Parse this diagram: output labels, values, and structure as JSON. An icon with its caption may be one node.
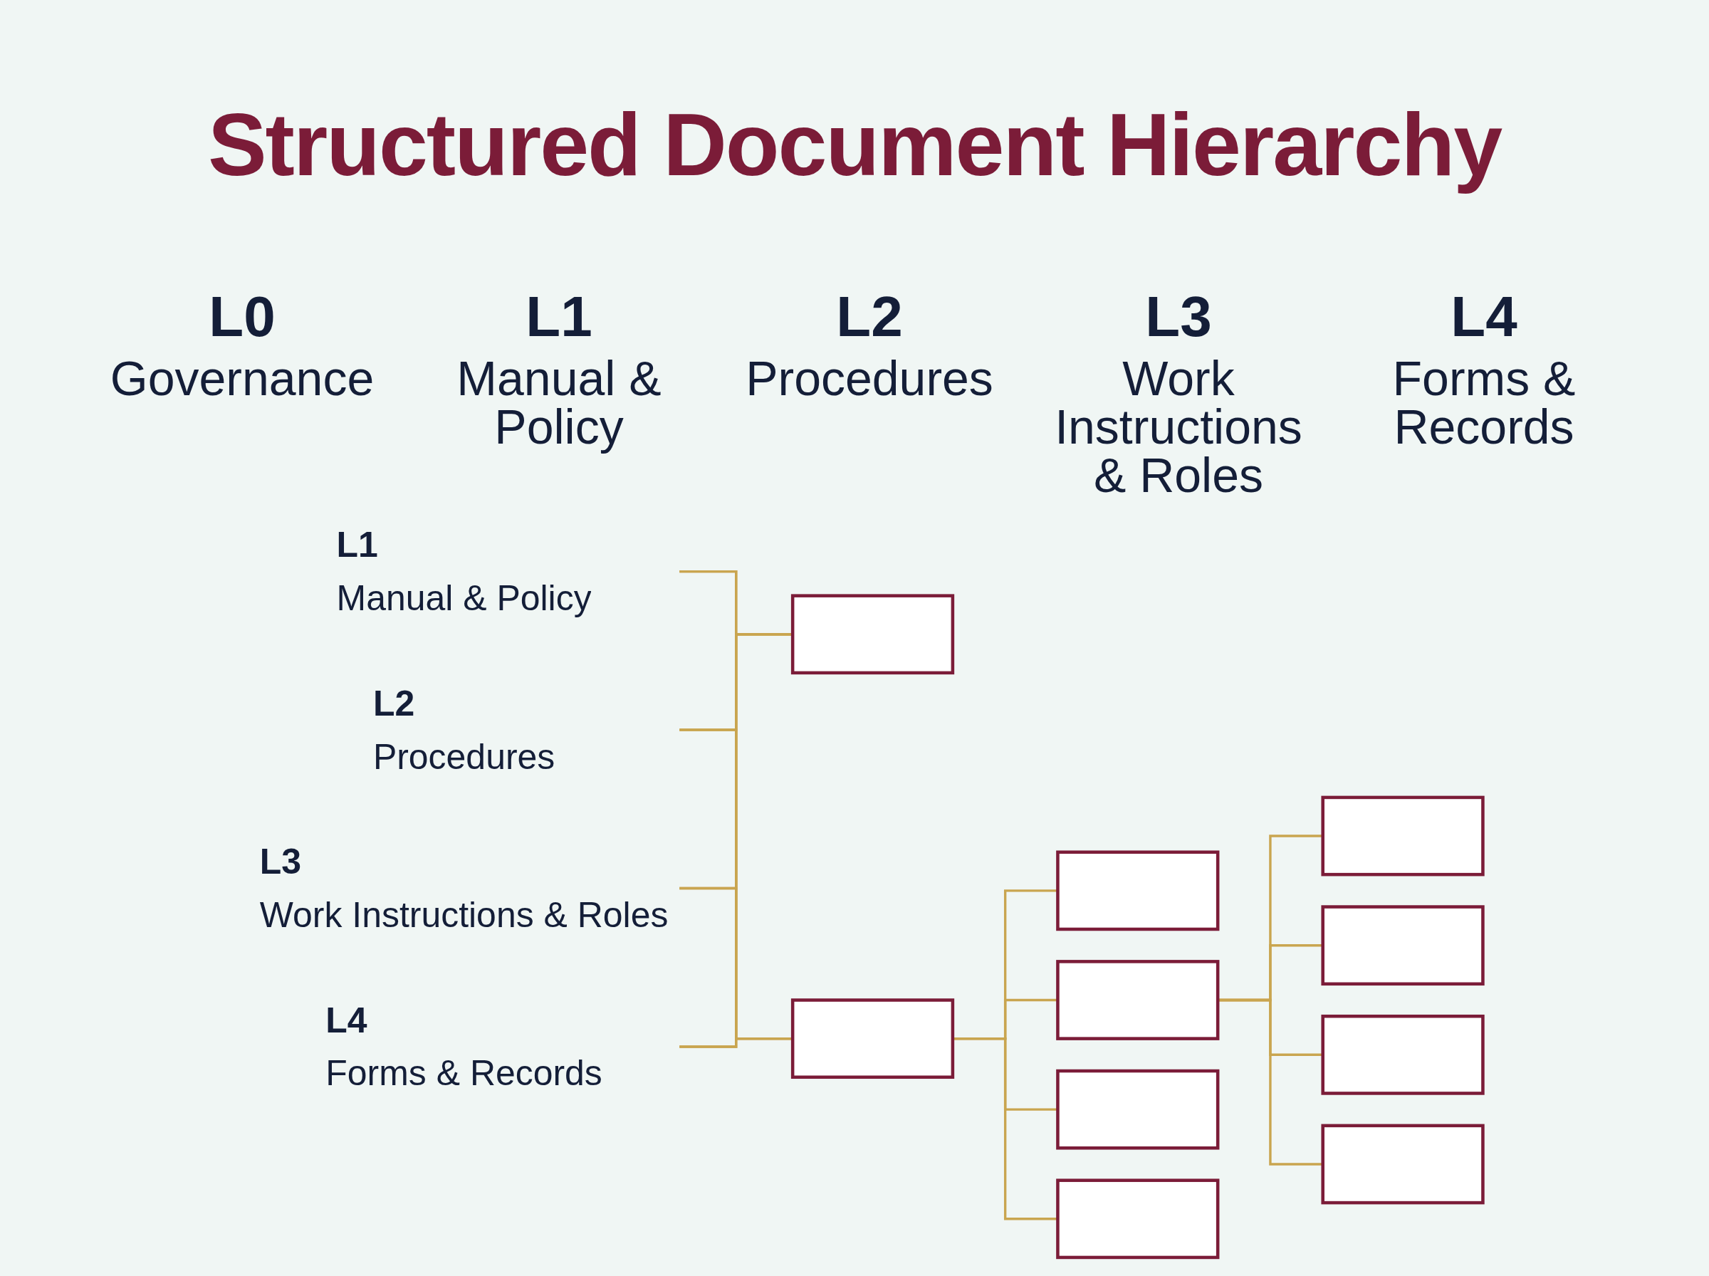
{
  "diagram": {
    "title": "Structured Document Hierarchy",
    "nodes": [
      {
        "text": [
          "L1",
          "Manual & Policy"
        ]
      },
      {
        "text": [],
        "shape": "box"
      },
      {
        "text": [],
        "shape": "box"
      },
      {
        "text": [],
        "shape": "box"
      },
      {
        "text": [
          "L2",
          "Procedures"
        ]
      },
      {
        "text": [],
        "shape": "box"
      },
      {
        "text": [],
        "shape": "box"
      },
      {
        "text": [],
        "shape": "box"
      },
      {
        "text": [
          "L3",
          "Work Instructions & Roles"
        ]
      },
      {
        "text": [],
        "shape": "box"
      },
      {
        "text": [],
        "shape": "box"
      },
      {
        "text": [
          "L4",
          "Forms & Records"
        ]
      },
      {
        "text": [],
        "shape": "box"
      },
      {
        "text": [],
        "shape": "box"
      }
    ],
    "edges": [
      {
        "from": 0,
        "to": 1,
        "arrow": "none"
      },
      {
        "from": 0,
        "to": 5,
        "arrow": "none"
      },
      {
        "from": 4,
        "to": 1,
        "arrow": "none"
      },
      {
        "from": 4,
        "to": 5,
        "arrow": "none"
      },
      {
        "from": 8,
        "to": 1,
        "arrow": "none"
      },
      {
        "from": 8,
        "to": 5,
        "arrow": "none"
      },
      {
        "from": 11,
        "to": 1,
        "arrow": "none"
      },
      {
        "from": 11,
        "to": 5,
        "arrow": "none"
      },
      {
        "from": 5,
        "to": 2,
        "arrow": "none"
      },
      {
        "from": 5,
        "to": 6,
        "arrow": "none"
      },
      {
        "from": 5,
        "to": 9,
        "arrow": "none"
      },
      {
        "from": 5,
        "to": 12,
        "arrow": "none"
      },
      {
        "from": 6,
        "to": 3,
        "arrow": "none"
      },
      {
        "from": 6,
        "to": 7,
        "arrow": "none"
      },
      {
        "from": 6,
        "to": 10,
        "arrow": "none"
      },
      {
        "from": 6,
        "to": 13,
        "arrow": "none"
      }
    ],
    "labels": [
      "L0",
      "Governance",
      "L1",
      "Manual & Policy",
      "L2",
      "Procedures",
      "L3",
      "Work Instructions & Roles",
      "L4",
      "Forms & Records"
    ]
  }
}
